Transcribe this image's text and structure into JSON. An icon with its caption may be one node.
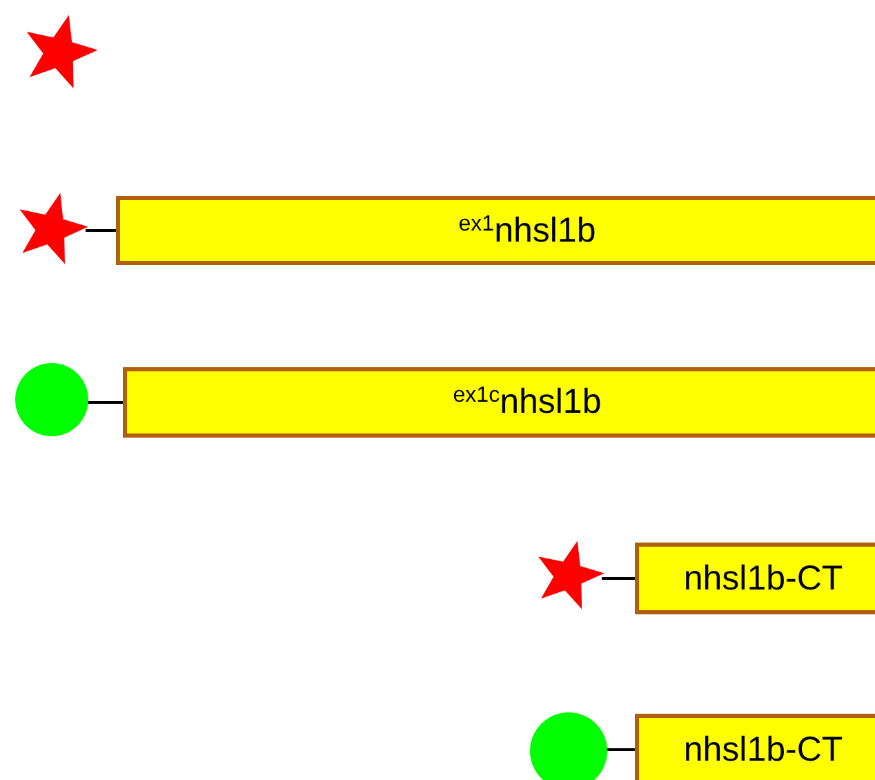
{
  "diagram": {
    "nodes": [
      {
        "text": [],
        "shape": "star"
      },
      {
        "text": [],
        "shape": "star"
      },
      {
        "text": [
          "$^{ex1}$nhsl1b"
        ]
      },
      {
        "text": [],
        "shape": "circle"
      },
      {
        "text": [
          "$^{ex1c}$nhsl1b"
        ]
      },
      {
        "text": [],
        "shape": "star"
      },
      {
        "text": [
          "nhsl1b-CT"
        ]
      },
      {
        "text": [],
        "shape": "circle"
      },
      {
        "text": [
          "nhsl1b-CT"
        ]
      }
    ],
    "edges": [
      {
        "from": 1,
        "to": 2,
        "arrow": "none"
      },
      {
        "from": 3,
        "to": 4,
        "arrow": "none"
      },
      {
        "from": 5,
        "to": 6,
        "arrow": "none"
      },
      {
        "from": 7,
        "to": 8,
        "arrow": "none"
      }
    ]
  }
}
